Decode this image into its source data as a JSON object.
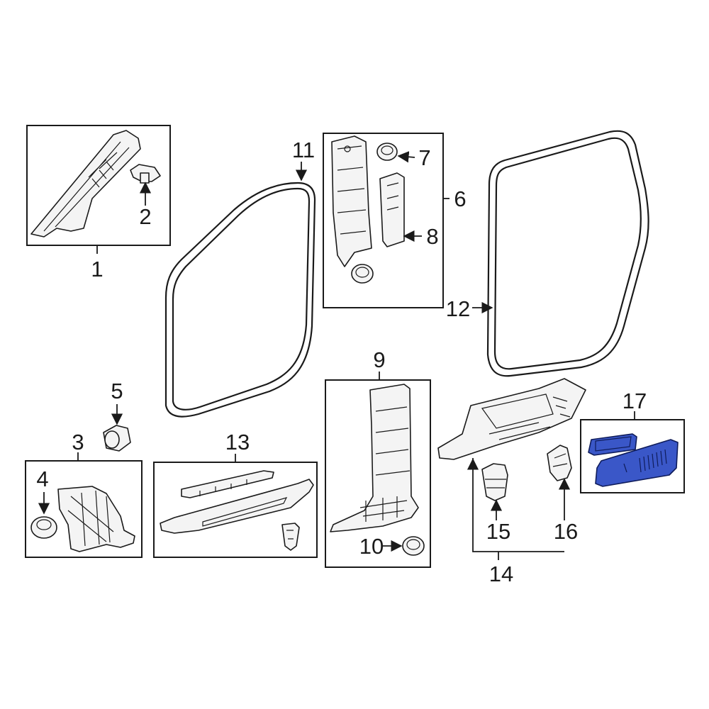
{
  "diagram": {
    "highlight_color": "#3a57c8",
    "callouts": {
      "c1": "1",
      "c2": "2",
      "c3": "3",
      "c4": "4",
      "c5": "5",
      "c6": "6",
      "c7": "7",
      "c8": "8",
      "c9": "9",
      "c10": "10",
      "c11": "11",
      "c12": "12",
      "c13": "13",
      "c14": "14",
      "c15": "15",
      "c16": "16",
      "c17": "17"
    }
  }
}
